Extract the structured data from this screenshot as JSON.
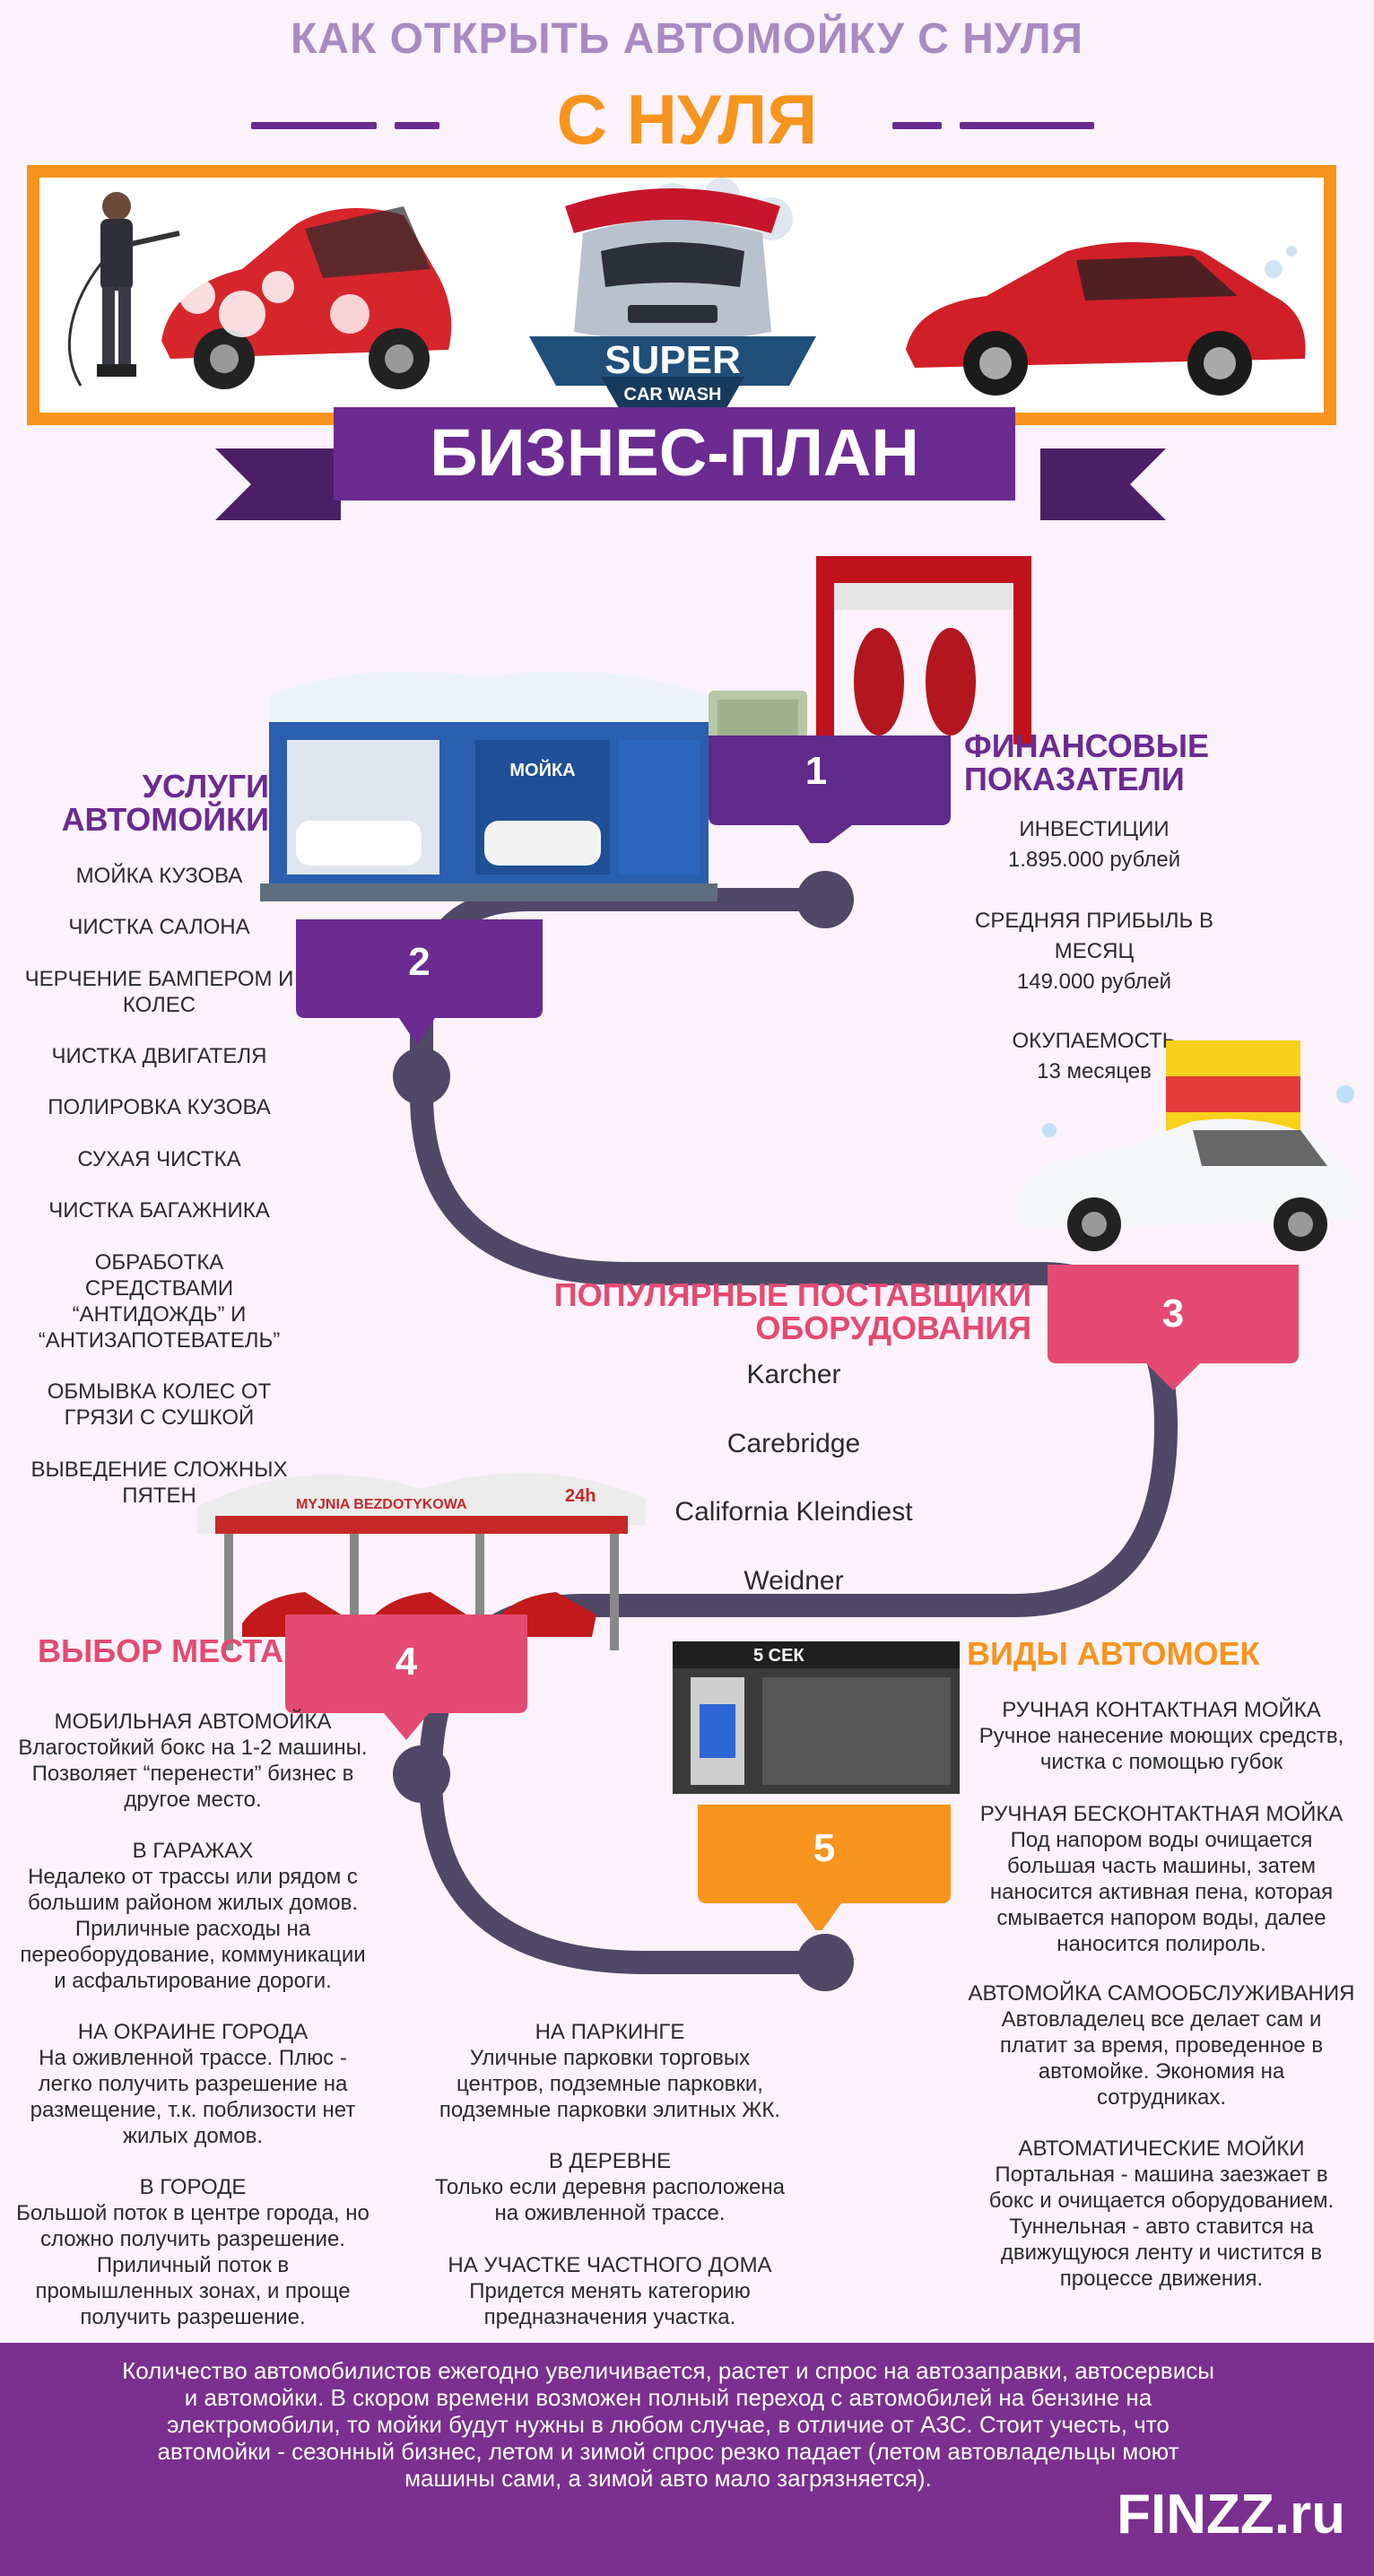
{
  "header": {
    "title": "КАК ОТКРЫТЬ АВТОМОЙКУ С НУЛЯ",
    "subtitle": "С НУЛЯ",
    "logo_main": "SUPER",
    "logo_sub": "CAR WASH",
    "ribbon": "БИЗНЕС-ПЛАН"
  },
  "steps": [
    {
      "number": "1"
    },
    {
      "number": "2"
    },
    {
      "number": "3"
    },
    {
      "number": "4"
    },
    {
      "number": "5"
    }
  ],
  "finance": {
    "title_line1": "ФИНАНСОВЫЕ",
    "title_line2": "ПОКАЗАТЕЛИ",
    "investments_label": "ИНВЕСТИЦИИ",
    "investments_value": "1.895.000 рублей",
    "profit_label_line1": "СРЕДНЯЯ ПРИБЫЛЬ В",
    "profit_label_line2": "МЕСЯЦ",
    "profit_value": "149.000 рублей",
    "payback_label": "ОКУПАЕМОСТЬ",
    "payback_value": "13 месяцев"
  },
  "services": {
    "title_line1": "УСЛУГИ",
    "title_line2": "АВТОМОЙКИ",
    "items": [
      "МОЙКА КУЗОВА",
      "ЧИСТКА САЛОНА",
      "ЧЕРЧЕНИЕ БАМПЕРОМ И",
      "КОЛЕС",
      "ЧИСТКА ДВИГАТЕЛЯ",
      "ПОЛИРОВКА КУЗОВА",
      "СУХАЯ ЧИСТКА",
      "ЧИСТКА БАГАЖНИКА",
      "ОБРАБОТКА",
      "СРЕДСТВАМИ",
      "“АНТИДОЖДЬ” И",
      "“АНТИЗАПОТЕВАТЕЛЬ”",
      "ОБМЫВКА КОЛЕС ОТ",
      "ГРЯЗИ С СУШКОЙ",
      "ВЫВЕДЕНИЕ СЛОЖНЫХ",
      "ПЯТЕН"
    ]
  },
  "suppliers": {
    "title_line1": "ПОПУЛЯРНЫЕ ПОСТАВЩИКИ",
    "title_line2": "ОБОРУДОВАНИЯ",
    "items": [
      "Karcher",
      "Carebridge",
      "California Kleindiest",
      "Weidner"
    ]
  },
  "location": {
    "title": "ВЫБОР МЕСТА",
    "left": [
      {
        "heading": "МОБИЛЬНАЯ АВТОМОЙКА",
        "lines": [
          "Влагостойкий бокс на 1-2 машины.",
          "Позволяет “перенести” бизнес в",
          "другое место."
        ]
      },
      {
        "heading": "В ГАРАЖАХ",
        "lines": [
          "Недалеко от трассы или рядом с",
          "большим районом жилых домов.",
          "Приличные расходы на",
          "переоборудование, коммуникации",
          "и асфальтирование дороги."
        ]
      },
      {
        "heading": "НА ОКРАИНЕ ГОРОДА",
        "lines": [
          "На оживленной трассе. Плюс -",
          "легко получить разрешение на",
          "размещение, т.к. поблизости нет",
          "жилых домов."
        ]
      },
      {
        "heading": "В ГОРОДЕ",
        "lines": [
          "Большой поток в центре города, но",
          "сложно получить разрешение.",
          "Приличный поток в",
          "промышленных зонах, и проще",
          "получить разрешение."
        ]
      }
    ],
    "middle": [
      {
        "heading": "НА ПАРКИНГЕ",
        "lines": [
          "Уличные парковки торговых",
          "центров, подземные парковки,",
          "подземные парковки элитных ЖК."
        ]
      },
      {
        "heading": "В ДЕРЕВНЕ",
        "lines": [
          "Только если деревня расположена",
          "на оживленной трассе."
        ]
      },
      {
        "heading": "НА УЧАСТКЕ ЧАСТНОГО ДОМА",
        "lines": [
          "Придется менять категорию",
          "предназначения участка."
        ]
      }
    ]
  },
  "types": {
    "title": "ВИДЫ АВТОМОЕК",
    "items": [
      {
        "heading": "РУЧНАЯ КОНТАКТНАЯ МОЙКА",
        "lines": [
          "Ручное нанесение моющих средств,",
          "чистка с помощью губок"
        ]
      },
      {
        "heading": "РУЧНАЯ БЕСКОНТАКТНАЯ МОЙКА",
        "lines": [
          "Под напором воды очищается",
          "большая часть машины, затем",
          "наносится активная пена, которая",
          "смывается напором воды, далее",
          "наносится полироль."
        ]
      },
      {
        "heading": "АВТОМОЙКА САМООБСЛУЖИВАНИЯ",
        "lines": [
          "Автовладелец все делает сам и",
          "платит за время, проведенное в",
          "автомойке. Экономия на",
          "сотрудниках."
        ]
      },
      {
        "heading": "АВТОМАТИЧЕСКИЕ МОЙКИ",
        "lines": [
          "Портальная - машина заезжает в",
          "бокс и очищается оборудованием.",
          "Туннельная - авто ставится на",
          "движущуюся ленту и чистится в",
          "процессе движения."
        ]
      }
    ]
  },
  "illustrations": {
    "wash_sign": "МОЙКА",
    "canopy_sign": "24h",
    "canopy_brand": "MYJNIA BEZDOTYKOWA",
    "booth_sign": "5 СЕК"
  },
  "footer": {
    "lines": [
      "Количество автомобилистов ежегодно увеличивается, растет и спрос на автозаправки, автосервисы",
      "и автомойки. В скором времени возможен полный переход с автомобилей на бензине на",
      "электромобили, то мойки будут нужны в любом случае, в отличие от АЗС. Стоит учесть, что",
      "автомойки - сезонный бизнес, летом и зимой спрос резко падает (летом автовладельцы моют",
      "машины сами, а зимой авто мало загрязняется)."
    ],
    "brand": "FINZZ.ru"
  },
  "colors": {
    "purple": "#6b2b91",
    "orange": "#f7941d",
    "pink": "#e44a72",
    "road": "#4f4866",
    "background": "#fbf2fb"
  }
}
